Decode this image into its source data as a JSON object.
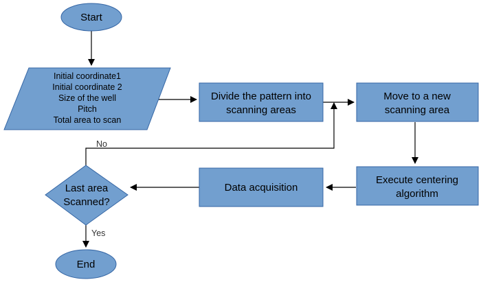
{
  "nodes": {
    "start": "Start",
    "inputs": [
      "Initial coordinate1",
      "Initial coordinate 2",
      "Size of the well",
      "Pitch",
      "Total area to scan"
    ],
    "divide": [
      "Divide the pattern into",
      "scanning areas"
    ],
    "move": [
      "Move to a new",
      "scanning area"
    ],
    "execute": [
      "Execute centering",
      "algorithm"
    ],
    "acquisition": "Data acquisition",
    "decision": [
      "Last area",
      "Scanned?"
    ],
    "end": "End"
  },
  "edges": {
    "no": "No",
    "yes": "Yes"
  },
  "colors": {
    "fill": "#729fcf",
    "stroke": "#3465a4",
    "arrow": "#000000"
  }
}
